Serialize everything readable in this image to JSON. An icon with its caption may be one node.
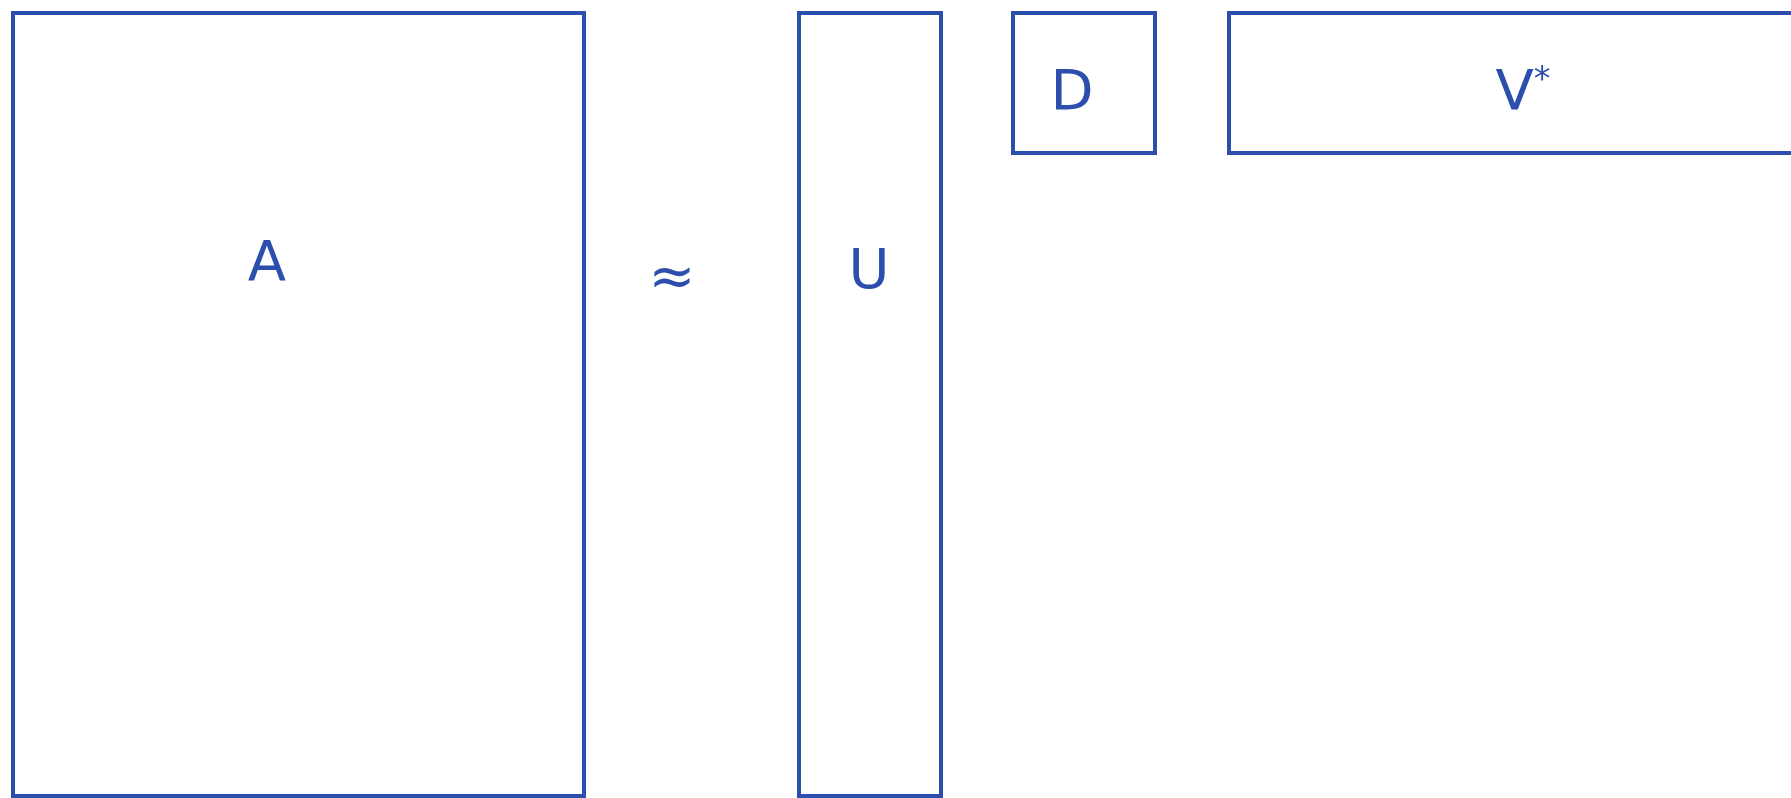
{
  "diagram": {
    "nodes": [
      {
        "text": [
          "A"
        ]
      },
      {
        "text": [
          "U"
        ]
      },
      {
        "text": [
          "D"
        ]
      },
      {
        "text": [
          "V$^{*}$"
        ]
      }
    ],
    "labels": [
      "≈"
    ]
  }
}
